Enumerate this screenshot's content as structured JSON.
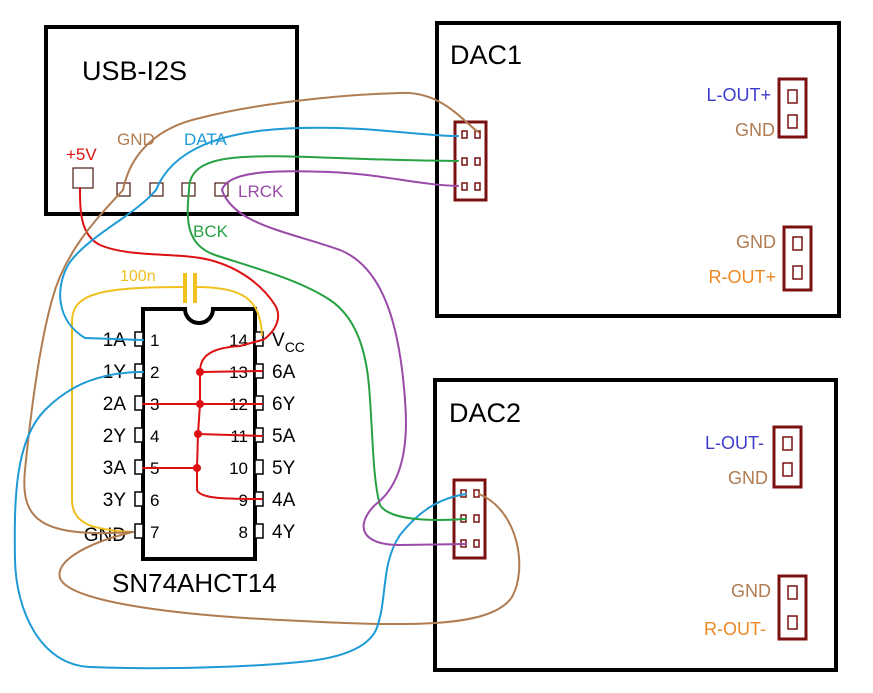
{
  "colors": {
    "red": "#dd1111",
    "brown": "#b07c52",
    "blue": "#1e9ad6",
    "green": "#27a243",
    "purple": "#9a4aa8",
    "orange": "#ee8822",
    "yellow": "#f0c01e",
    "navy": "#3b3bcc",
    "header": "#7a1010"
  },
  "usb_i2s": {
    "title": "USB-I2S",
    "pins": {
      "p5v": "+5V",
      "gnd": "GND",
      "data": "DATA",
      "bck": "BCK",
      "lrck": "LRCK"
    }
  },
  "dac1": {
    "title": "DAC1",
    "outputs": {
      "l_out": "L-OUT+",
      "gnd_l": "GND",
      "gnd_r": "GND",
      "r_out": "R-OUT+"
    }
  },
  "dac2": {
    "title": "DAC2",
    "outputs": {
      "l_out": "L-OUT-",
      "gnd_l": "GND",
      "gnd_r": "GND",
      "r_out": "R-OUT-"
    }
  },
  "chip": {
    "name": "SN74AHCT14",
    "capacitor": "100n",
    "left_pins": [
      {
        "num": "1",
        "label": "1A"
      },
      {
        "num": "2",
        "label": "1Y"
      },
      {
        "num": "3",
        "label": "2A"
      },
      {
        "num": "4",
        "label": "2Y"
      },
      {
        "num": "5",
        "label": "3A"
      },
      {
        "num": "6",
        "label": "3Y"
      },
      {
        "num": "7",
        "label": "GND"
      }
    ],
    "right_pins": [
      {
        "num": "14",
        "label": "V",
        "sub": "CC"
      },
      {
        "num": "13",
        "label": "6A"
      },
      {
        "num": "12",
        "label": "6Y"
      },
      {
        "num": "11",
        "label": "5A"
      },
      {
        "num": "10",
        "label": "5Y"
      },
      {
        "num": "9",
        "label": "4A"
      },
      {
        "num": "8",
        "label": "4Y"
      }
    ]
  }
}
